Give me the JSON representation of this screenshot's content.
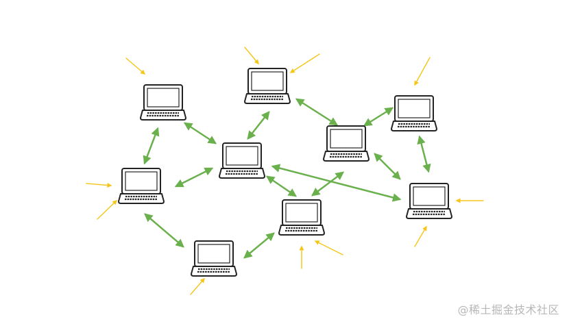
{
  "watermark": "@稀土掘金技术社区",
  "colors": {
    "background": "#ffffff",
    "link": "#6ab04c",
    "incoming": "#f5c518",
    "outline": "#222222",
    "screen": "#ffffff"
  },
  "nodes": [
    {
      "id": "n1"
    },
    {
      "id": "n2"
    },
    {
      "id": "n3"
    },
    {
      "id": "n4"
    },
    {
      "id": "n5"
    },
    {
      "id": "n6"
    },
    {
      "id": "n7"
    },
    {
      "id": "n8"
    },
    {
      "id": "n9"
    },
    {
      "id": "n10"
    }
  ],
  "links": [
    {
      "from": "n1",
      "to": "n2"
    },
    {
      "from": "n1",
      "to": "n3"
    },
    {
      "from": "n2",
      "to": "n4"
    },
    {
      "from": "n3",
      "to": "n4"
    },
    {
      "from": "n4",
      "to": "n5"
    },
    {
      "from": "n4",
      "to": "n6"
    },
    {
      "from": "n2",
      "to": "n7"
    },
    {
      "from": "n7",
      "to": "n8"
    },
    {
      "from": "n7",
      "to": "n9"
    },
    {
      "from": "n8",
      "to": "n10"
    },
    {
      "from": "n9",
      "to": "n10"
    },
    {
      "from": "n4",
      "to": "n10"
    },
    {
      "from": "n6",
      "to": "n9"
    },
    {
      "from": "n5",
      "to": "n6"
    }
  ],
  "incoming": [
    {
      "to": "n1"
    },
    {
      "to": "n2"
    },
    {
      "to": "n2"
    },
    {
      "to": "n8"
    },
    {
      "to": "n3"
    },
    {
      "to": "n3"
    },
    {
      "to": "n10"
    },
    {
      "to": "n10"
    },
    {
      "to": "n6"
    },
    {
      "to": "n6"
    },
    {
      "to": "n5"
    }
  ]
}
